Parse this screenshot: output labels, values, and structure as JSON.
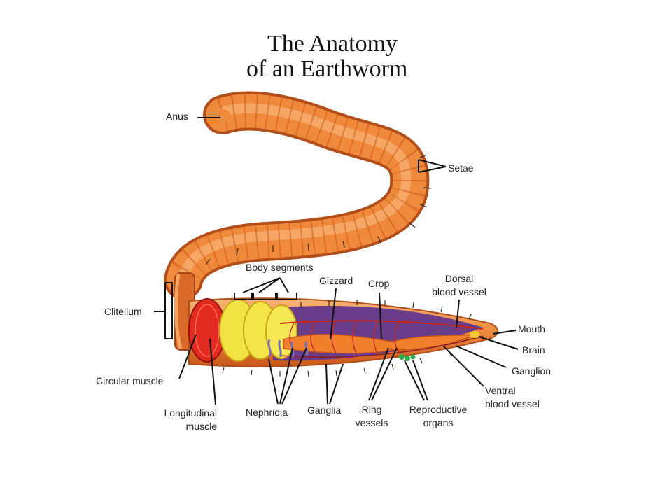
{
  "title": {
    "line1": "The Anatomy",
    "line2": "of an Earthworm"
  },
  "labels": {
    "anus": "Anus",
    "setae": "Setae",
    "body_segments": "Body segments",
    "gizzard": "Gizzard",
    "crop": "Crop",
    "dorsal_1": "Dorsal",
    "dorsal_2": "blood vessel",
    "clitellum": "Clitellum",
    "mouth": "Mouth",
    "brain": "Brain",
    "ganglion": "Ganglion",
    "ventral_1": "Ventral",
    "ventral_2": "blood vessel",
    "circular_muscle": "Circular muscle",
    "longitudinal_1": "Longitudinal",
    "longitudinal_2": "muscle",
    "nephridia": "Nephridia",
    "ganglia": "Ganglia",
    "ring_1": "Ring",
    "ring_2": "vessels",
    "repro_1": "Reproductive",
    "repro_2": "organs"
  },
  "colors": {
    "body": "#ef8a3c",
    "body_dark": "#c9571a",
    "body_light": "#f9b478",
    "clitellum": "#e22a1e",
    "septa": "#f3e342",
    "cavity": "#6a3d8a",
    "gut": "#f07f2e",
    "vessel": "#c8281e",
    "brain": "#f2c832",
    "repro": "#2da84a",
    "line": "#111111"
  }
}
